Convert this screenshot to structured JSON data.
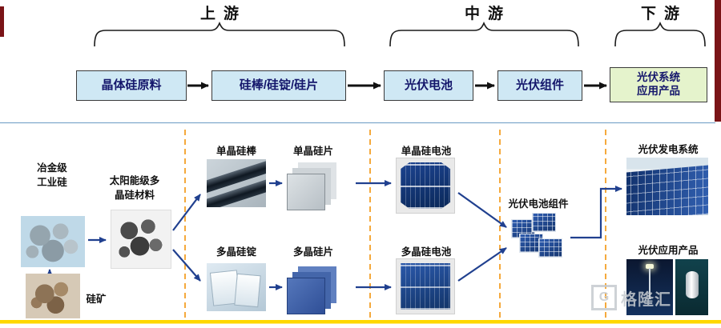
{
  "stages": {
    "upstream": "上游",
    "midstream": "中游",
    "downstream": "下游"
  },
  "chain_boxes": [
    {
      "label": "晶体硅原料"
    },
    {
      "label": "硅棒/硅锭/硅片"
    },
    {
      "label": "光伏电池"
    },
    {
      "label": "光伏组件"
    },
    {
      "label": "光伏系统\n应用产品"
    }
  ],
  "detail_labels": {
    "industrial_silicon": "冶金级\n工业硅",
    "silicon_ore": "硅矿",
    "solar_grade_poly": "太阳能级多\n晶硅材料",
    "mono_rod": "单晶硅棒",
    "mono_wafer": "单晶硅片",
    "poly_ingot": "多晶硅锭",
    "poly_wafer": "多晶硅片",
    "mono_cell": "单晶硅电池",
    "poly_cell": "多晶硅电池",
    "cell_module": "光伏电池组件",
    "pv_power_system": "光伏发电系统",
    "pv_application_products": "光伏应用产品"
  },
  "watermark": {
    "logo_letter": "G",
    "name": "格隆汇"
  },
  "colors": {
    "box_blue": "#cfe8f4",
    "box_green": "#e5f3cc",
    "box_text": "#14166b",
    "dash_orange": "#f5a93c",
    "bottom_yellow": "#ffd800",
    "edge_maroon": "#7a1417",
    "arrow_blue": "#20408f"
  }
}
